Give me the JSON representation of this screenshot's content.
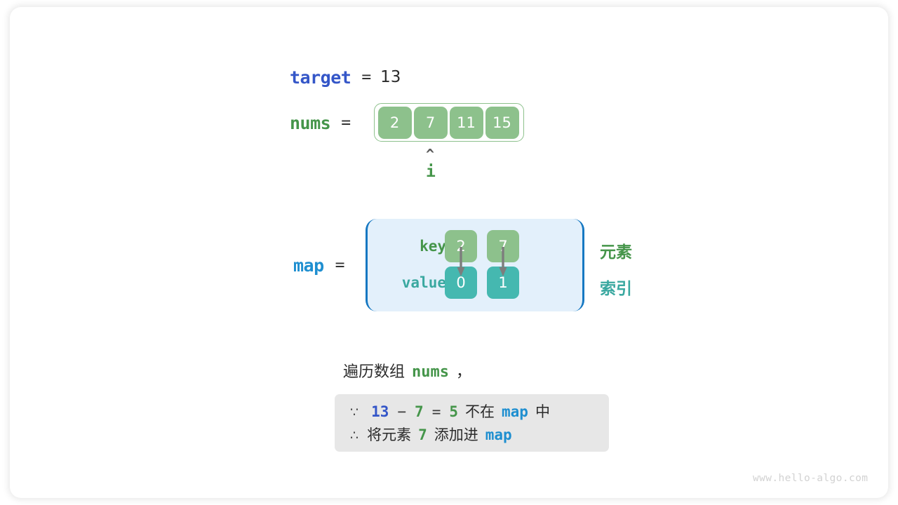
{
  "target": {
    "name": "target",
    "equals": "=",
    "value": "13"
  },
  "nums": {
    "name": "nums",
    "equals": "=",
    "values": [
      "2",
      "7",
      "11",
      "15"
    ]
  },
  "pointer": {
    "caret": "^",
    "label": "i"
  },
  "map": {
    "name": "map",
    "equals": "=",
    "key_label": "key",
    "value_label": "value",
    "keys": [
      "2",
      "7"
    ],
    "values": [
      "0",
      "1"
    ],
    "note_element": "元素",
    "note_index": "索引"
  },
  "caption": {
    "prefix": "遍历数组",
    "code": "nums",
    "suffix": "，"
  },
  "reasoning": {
    "line1": {
      "symbol": "∵",
      "target": "13",
      "minus": "−",
      "operand": "7",
      "equals": "=",
      "result": "5",
      "text_mid": "不在",
      "map": "map",
      "text_end": "中"
    },
    "line2": {
      "symbol": "∴",
      "text_start": "将元素",
      "operand": "7",
      "text_mid": "添加进",
      "map": "map"
    }
  },
  "watermark": "www.hello-algo.com",
  "colors": {
    "green": "#8dc18c",
    "green_text": "#45954a",
    "teal": "#45b8b0",
    "teal_text": "#3aa8a0",
    "blue_target": "#3456c8",
    "blue_map": "#1f8fd0",
    "map_border": "#1678c2",
    "map_bg": "#e3f0fb",
    "reason_bg": "#e7e7e7",
    "arrow": "#7d7d7d",
    "watermark": "#d2d2d2"
  }
}
